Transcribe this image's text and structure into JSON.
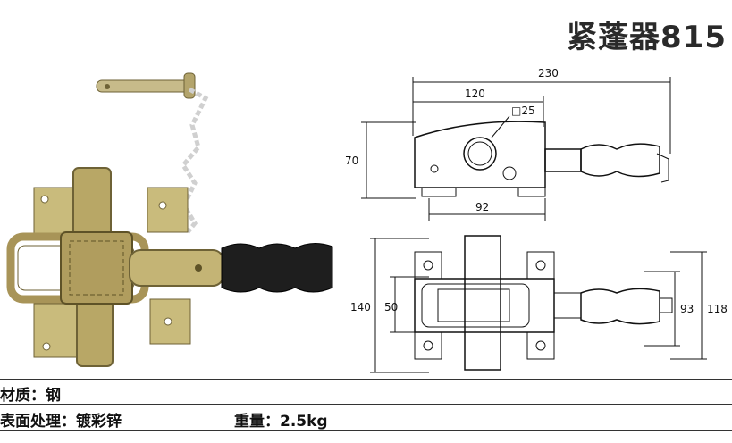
{
  "title": "紧蓬器815",
  "specs": {
    "material": "材质：钢",
    "surface": "表面处理：镀彩锌",
    "weight": "重量：2.5kg"
  },
  "dimensions": {
    "overall_length": "230",
    "body_length": "120",
    "hole_diameter": "□25",
    "height": "70",
    "base_length": "92",
    "plan_width": "140",
    "inner_width": "50",
    "inner_height": "93",
    "overall_width": "118"
  },
  "colors": {
    "metal": "#b9a668",
    "metal_dark": "#7d6a33",
    "rubber": "#1e1e1e"
  }
}
